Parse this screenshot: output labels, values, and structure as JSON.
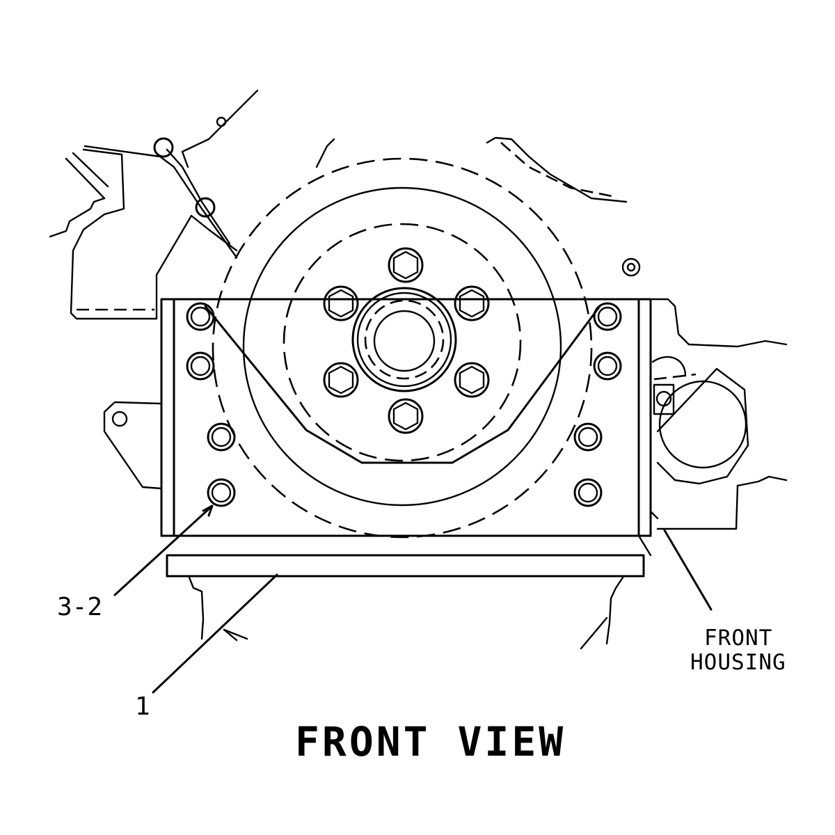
{
  "labels": {
    "callout_3_2": "3-2",
    "callout_1": "1",
    "front_housing_line1": "FRONT",
    "front_housing_line2": "HOUSING",
    "view_title": "FRONT VIEW"
  },
  "colors": {
    "line": "#000000",
    "background": "#ffffff"
  }
}
